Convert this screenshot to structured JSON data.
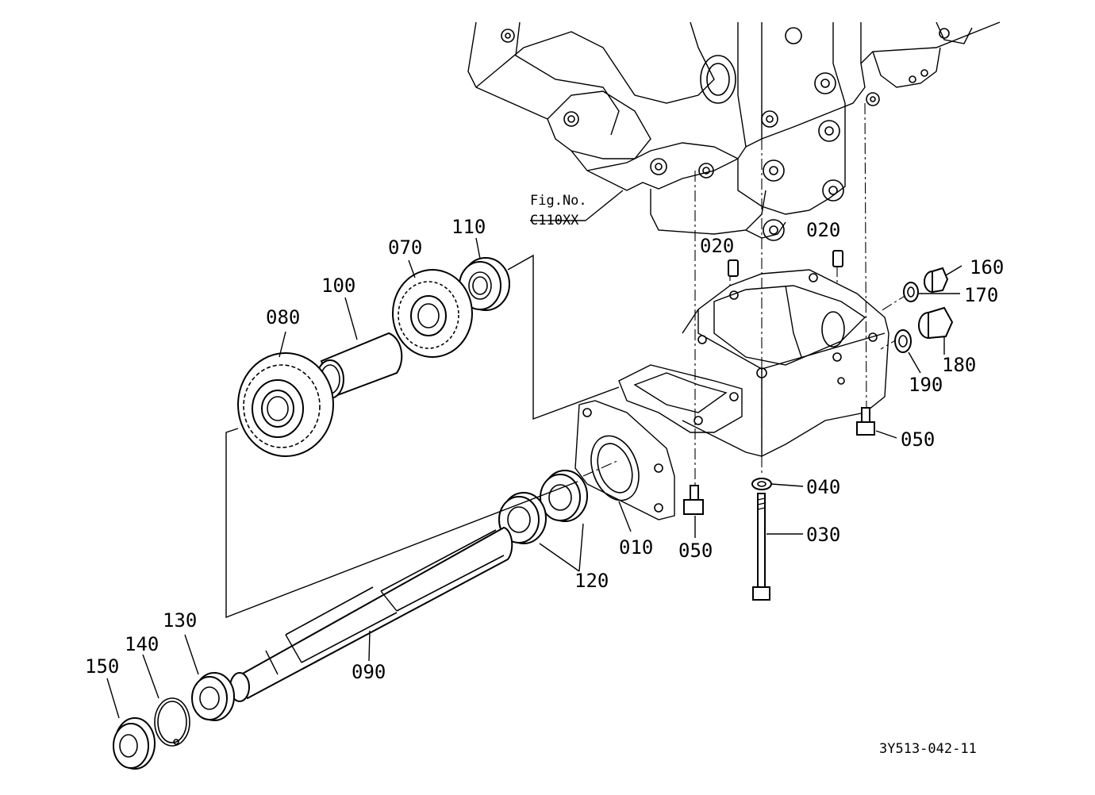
{
  "figure": {
    "ref_label_line1": "Fig.No.",
    "ref_label_line2": "C110XX",
    "drawing_number": "3Y513-042-11"
  },
  "parts": [
    {
      "id": "010",
      "label": "010"
    },
    {
      "id": "020a",
      "label": "020"
    },
    {
      "id": "020b",
      "label": "020"
    },
    {
      "id": "030",
      "label": "030"
    },
    {
      "id": "040",
      "label": "040"
    },
    {
      "id": "050a",
      "label": "050"
    },
    {
      "id": "050b",
      "label": "050"
    },
    {
      "id": "070",
      "label": "070"
    },
    {
      "id": "080",
      "label": "080"
    },
    {
      "id": "090",
      "label": "090"
    },
    {
      "id": "100",
      "label": "100"
    },
    {
      "id": "110",
      "label": "110"
    },
    {
      "id": "120",
      "label": "120"
    },
    {
      "id": "130",
      "label": "130"
    },
    {
      "id": "140",
      "label": "140"
    },
    {
      "id": "150",
      "label": "150"
    },
    {
      "id": "160",
      "label": "160"
    },
    {
      "id": "170",
      "label": "170"
    },
    {
      "id": "180",
      "label": "180"
    },
    {
      "id": "190",
      "label": "190"
    }
  ]
}
